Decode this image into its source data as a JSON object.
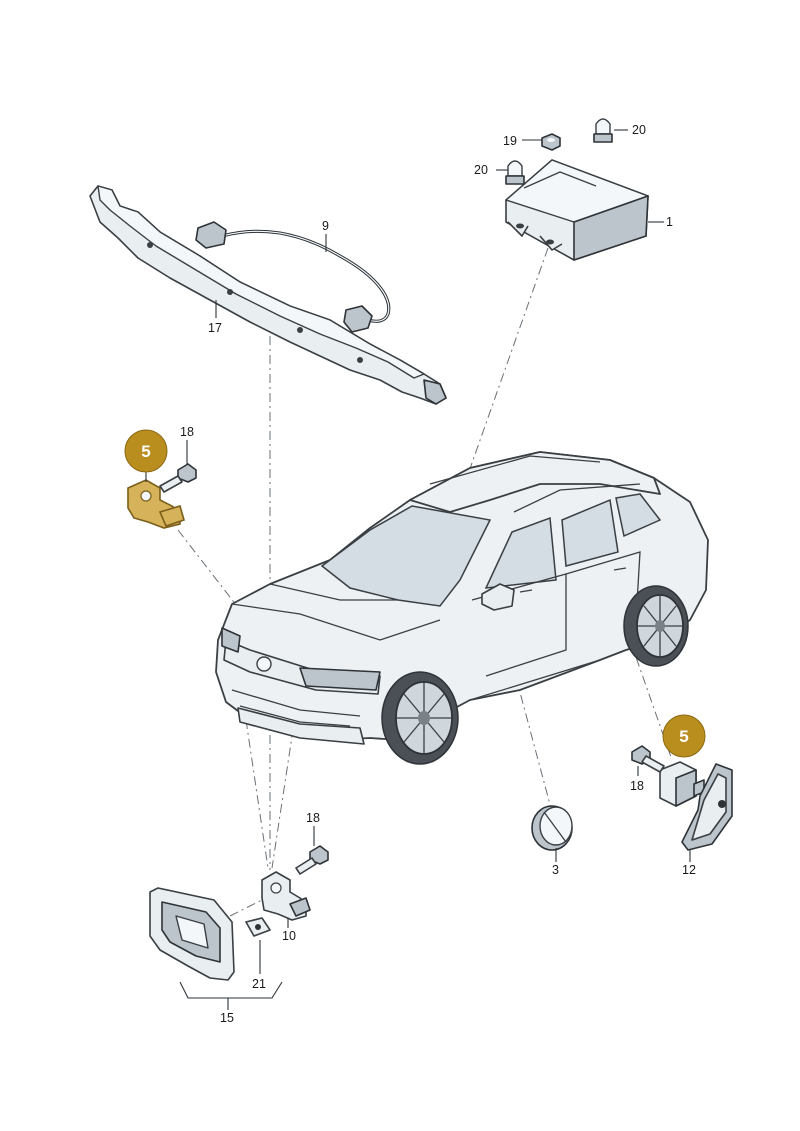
{
  "diagram": {
    "labels": {
      "l1": "1",
      "l3": "3",
      "l9": "9",
      "l10": "10",
      "l12": "12",
      "l15": "15",
      "l17": "17",
      "l18a": "18",
      "l18b": "18",
      "l18c": "18",
      "l19": "19",
      "l20a": "20",
      "l20b": "20",
      "l21": "21"
    },
    "badges": {
      "b5a": "5",
      "b5b": "5"
    },
    "colors": {
      "highlight": "#d6b25a",
      "badge": "#b98e1f"
    }
  }
}
